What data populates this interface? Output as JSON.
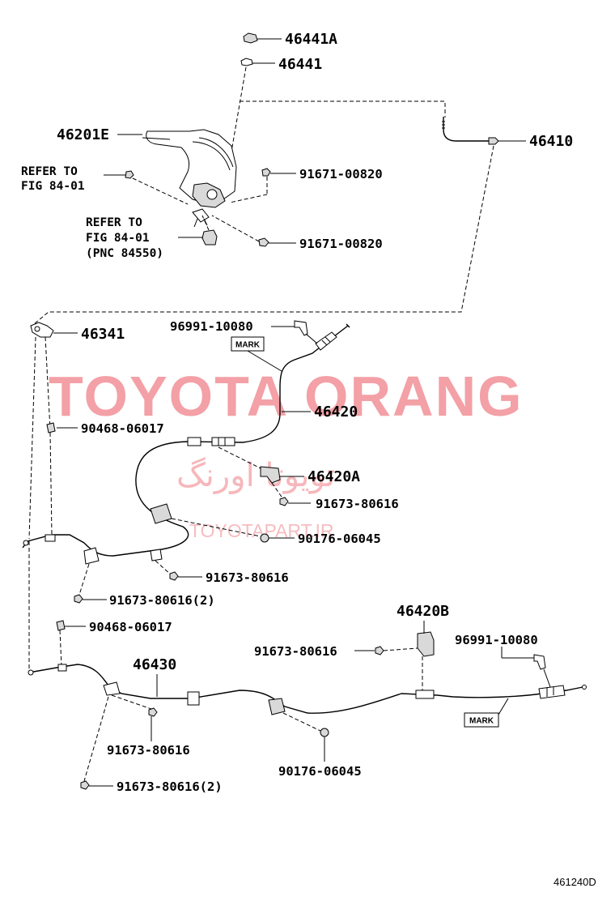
{
  "diagram_id": "461240D",
  "watermarks": {
    "main": "TOYOTA ORANG",
    "persian": "تویوتا اورنگ",
    "site": "TOYOTAPART.IR"
  },
  "parts": {
    "p46441A": "46441A",
    "p46441": "46441",
    "p46201E": "46201E",
    "p46410": "46410",
    "refer1_line1": "REFER TO",
    "refer1_line2": "FIG 84-01",
    "refer2_line1": "REFER TO",
    "refer2_line2": "FIG 84-01",
    "refer2_line3": "(PNC 84550)",
    "p91671_a": "91671-00820",
    "p91671_b": "91671-00820",
    "p46341": "46341",
    "p96991_a": "96991-10080",
    "mark_a": "MARK",
    "p46420": "46420",
    "p90468_a": "90468-06017",
    "p46420A": "46420A",
    "p91673_a": "91673-80616",
    "p90176_a": "90176-06045",
    "p91673_b": "91673-80616",
    "p91673_c": "91673-80616(2)",
    "p90468_b": "90468-06017",
    "p46420B": "46420B",
    "p91673_d": "91673-80616",
    "p96991_b": "96991-10080",
    "p46430": "46430",
    "mark_b": "MARK",
    "p91673_e": "91673-80616",
    "p90176_b": "90176-06045",
    "p91673_f": "91673-80616(2)"
  }
}
